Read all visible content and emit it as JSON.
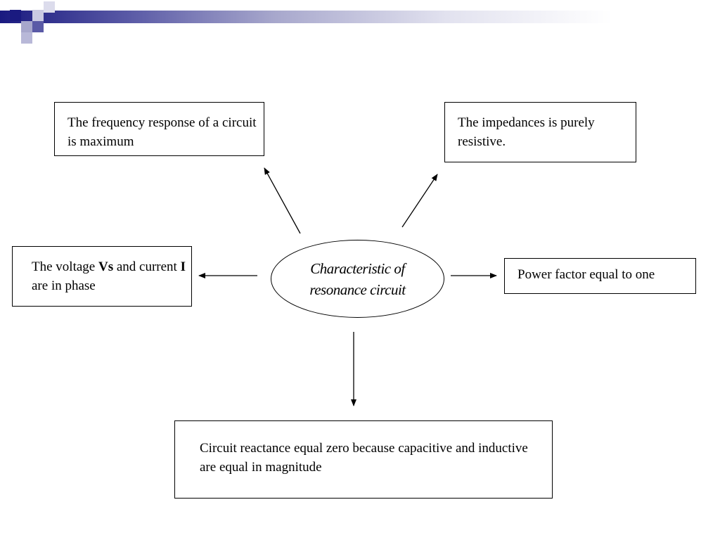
{
  "center": {
    "title": "Characteristic of resonance circuit"
  },
  "boxes": {
    "top_left": {
      "text": "The frequency response of a circuit is maximum"
    },
    "top_right": {
      "text": "The impedances is purely resistive."
    },
    "left": {
      "part1": "The voltage ",
      "bold1": "Vs",
      "part2": " and current ",
      "bold2": "I",
      "part3": " are in phase"
    },
    "right": {
      "text": "Power factor equal to one"
    },
    "bottom": {
      "text": "Circuit reactance equal zero because capacitive and inductive are equal in magnitude"
    }
  },
  "colors": {
    "accent_dark": "#1a1a80",
    "accent_mid": "#5a5aa6",
    "accent_light": "#a7a7cc"
  }
}
